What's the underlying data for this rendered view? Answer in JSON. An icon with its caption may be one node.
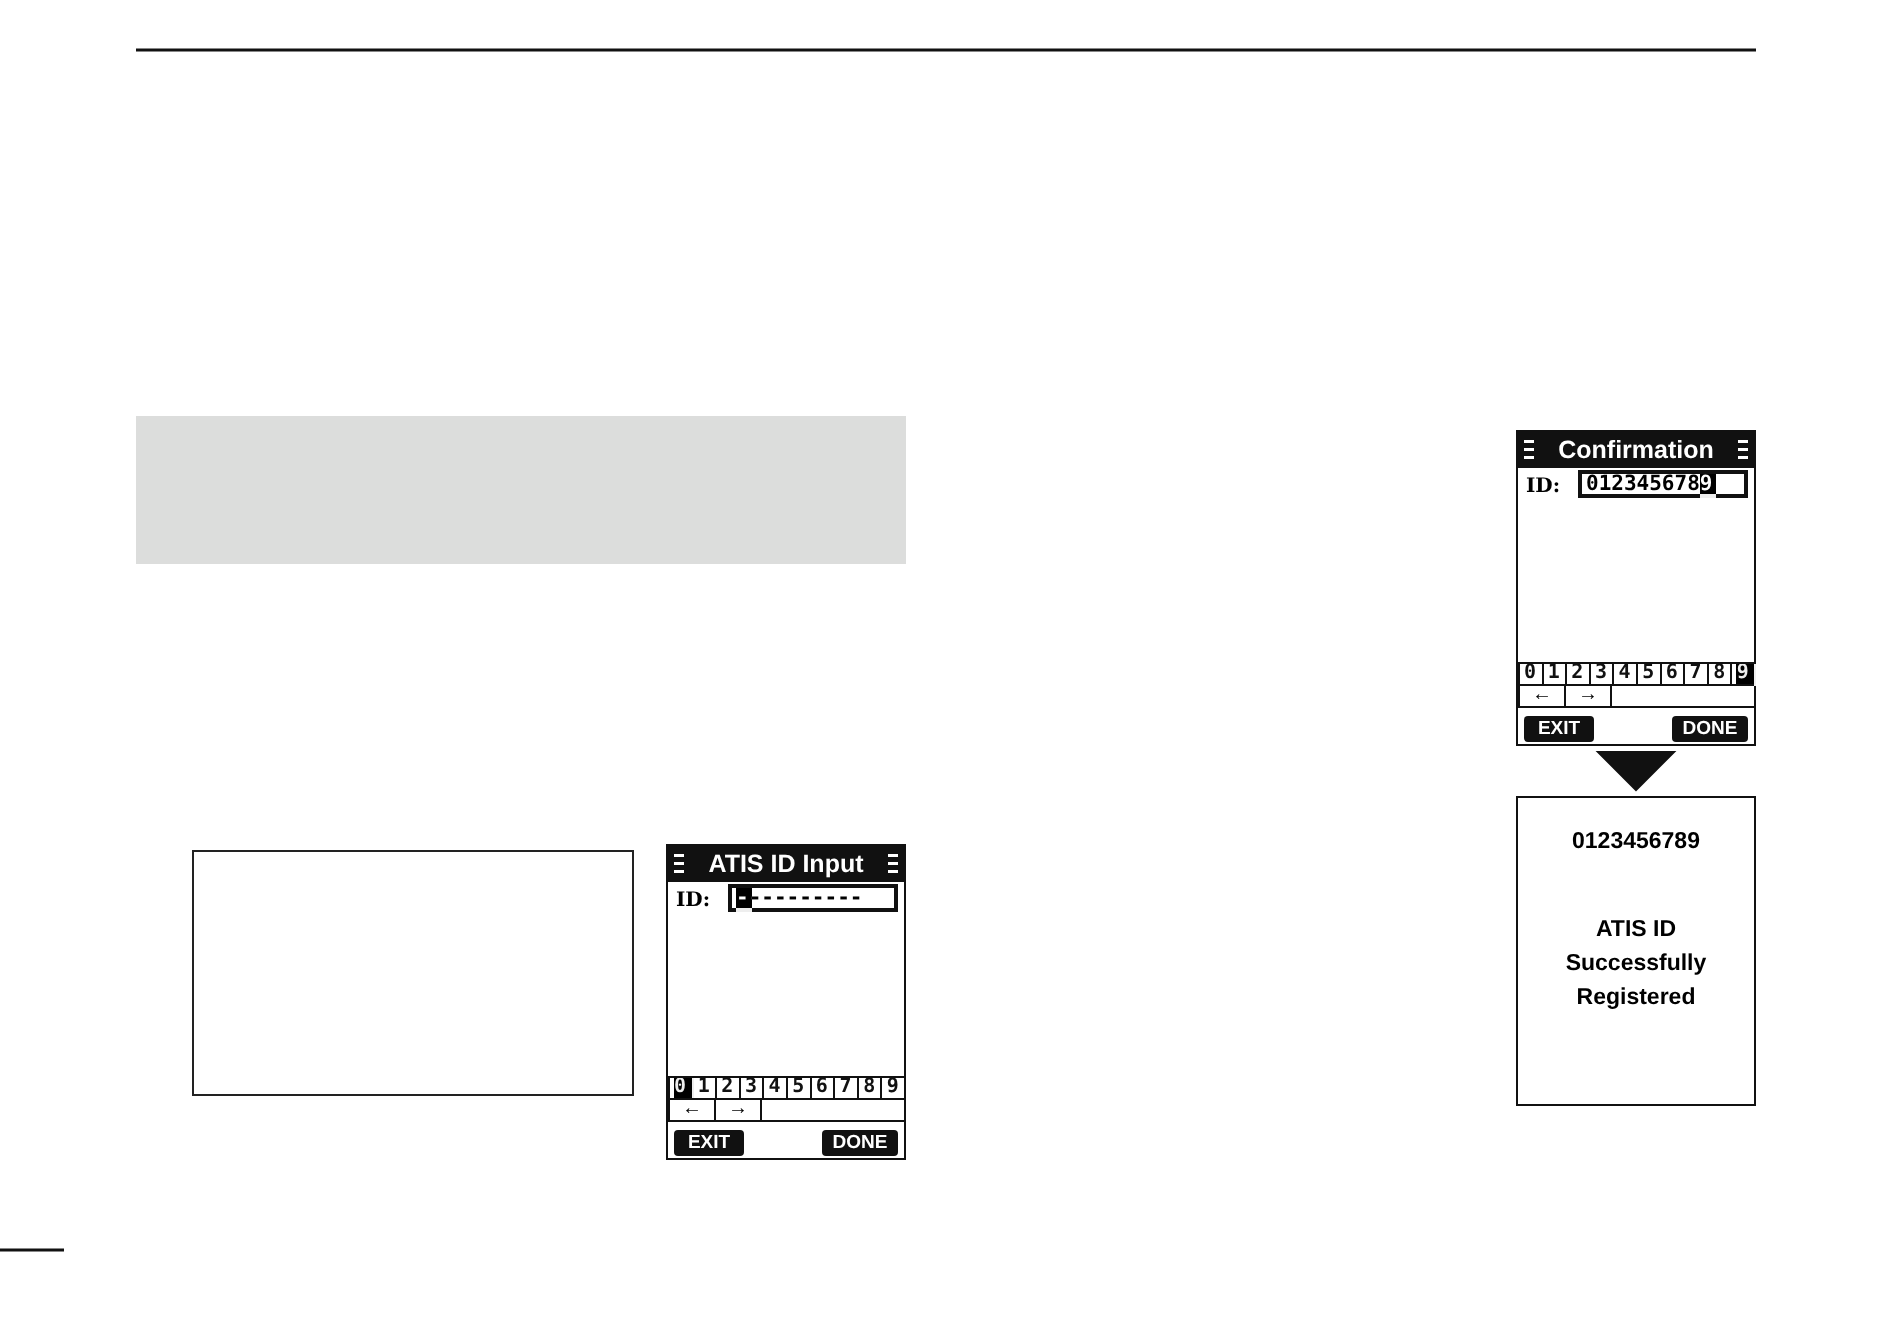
{
  "diagram": {
    "nodes": [
      {
        "text": [],
        "shape": "box"
      },
      {
        "text": [],
        "shape": "box"
      },
      {
        "text": [
          "ATIS ID Input",
          "ID:",
          "----------"
        ]
      },
      {
        "text": [
          "Confirmation",
          "ID:",
          "0123456789"
        ]
      },
      {
        "text": [
          "0123456789",
          "ATIS ID Successfully Registered"
        ]
      }
    ],
    "edges": [
      {
        "from": 3,
        "to": 4,
        "arrow": "to"
      }
    ],
    "labels": [
      "0123456789",
      "←",
      "→",
      "EXIT",
      "DONE",
      "0123456789",
      "←",
      "→",
      "EXIT",
      "DONE"
    ]
  }
}
